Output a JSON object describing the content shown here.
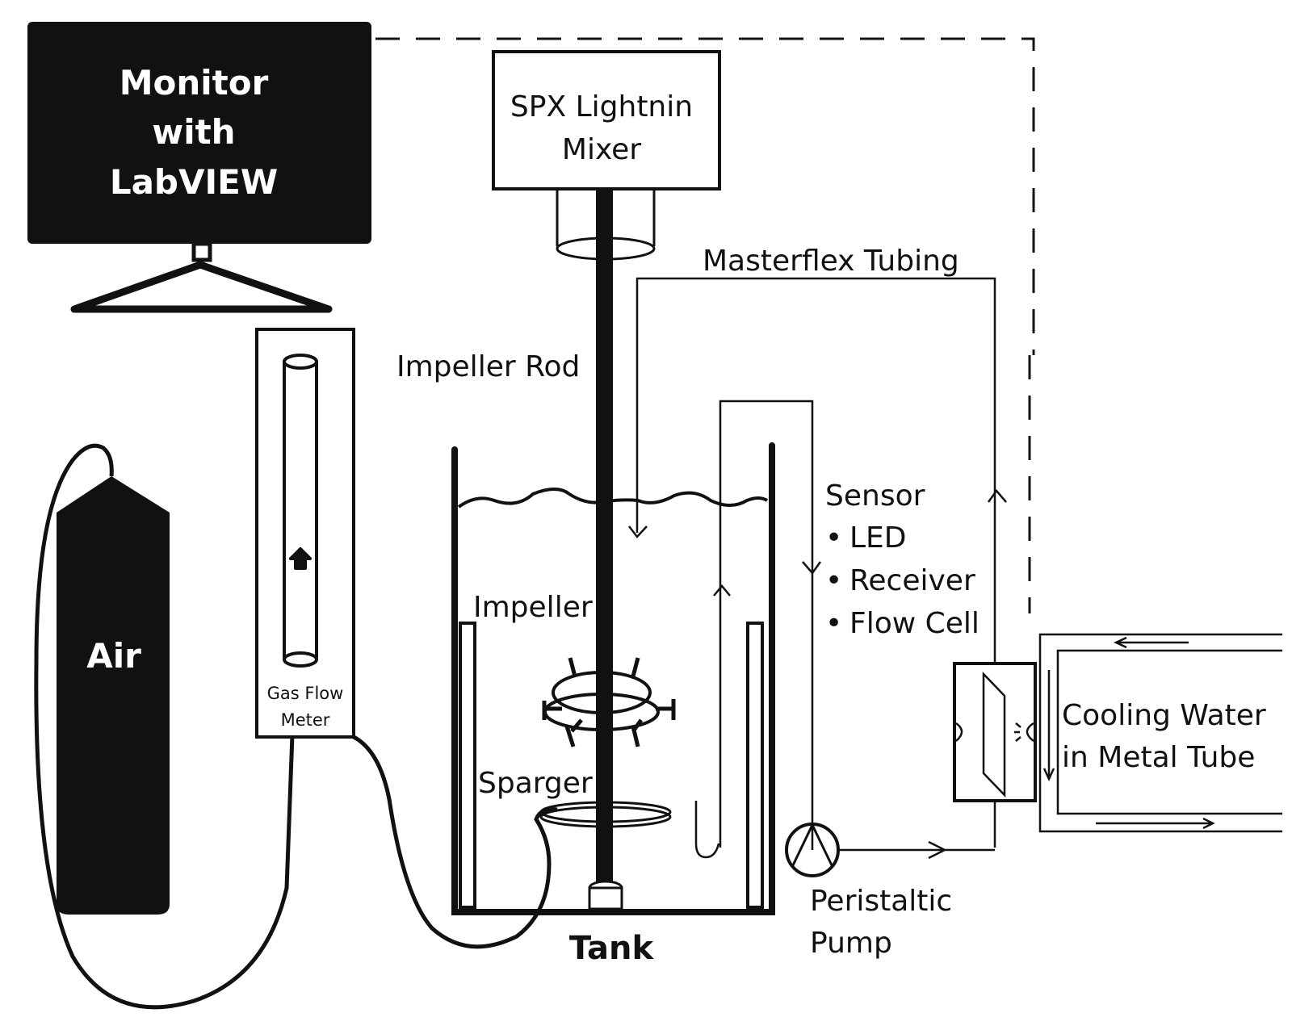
{
  "monitor": {
    "line1": "Monitor",
    "line2": "with",
    "line3": "LabVIEW"
  },
  "mixer": {
    "line1": "SPX Lightnin",
    "line2": "Mixer"
  },
  "tubing_label": "Masterflex Tubing",
  "impeller_rod_label": "Impeller Rod",
  "impeller_label": "Impeller",
  "sparger_label": "Sparger",
  "tank_label": "Tank",
  "air_label": "Air",
  "flow_meter": {
    "line1": "Gas Flow",
    "line2": "Meter"
  },
  "sensor": {
    "title": "Sensor",
    "items": [
      "LED",
      "Receiver",
      "Flow Cell"
    ],
    "bullet": "•"
  },
  "pump": {
    "line1": "Peristaltic",
    "line2": "Pump"
  },
  "cooling": {
    "line1": "Cooling Water",
    "line2": "in Metal Tube"
  },
  "colors": {
    "ink": "#111111",
    "background": "#ffffff"
  }
}
